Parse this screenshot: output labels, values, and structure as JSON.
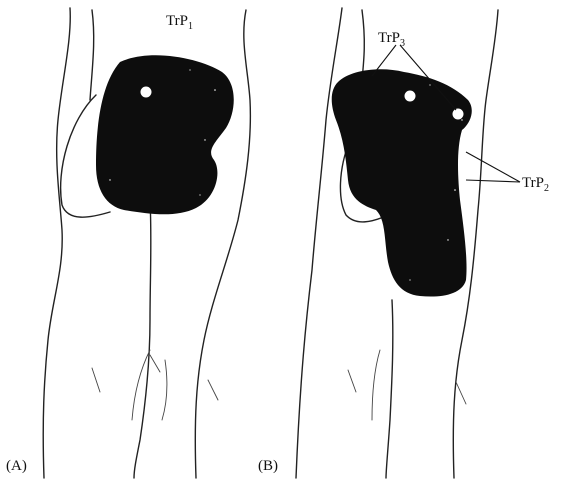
{
  "figure": {
    "panels": [
      {
        "panel_label": "(A)",
        "trigger_points": [
          {
            "label_main": "TrP",
            "label_sub": "1"
          }
        ]
      },
      {
        "panel_label": "(B)",
        "trigger_points": [
          {
            "label_main": "TrP",
            "label_sub": "3"
          },
          {
            "label_main": "TrP",
            "label_sub": "2"
          }
        ]
      }
    ],
    "colors": {
      "pain_area": "#0d0d0d",
      "outline": "#222222",
      "trigger_dot": "#ffffff"
    }
  }
}
